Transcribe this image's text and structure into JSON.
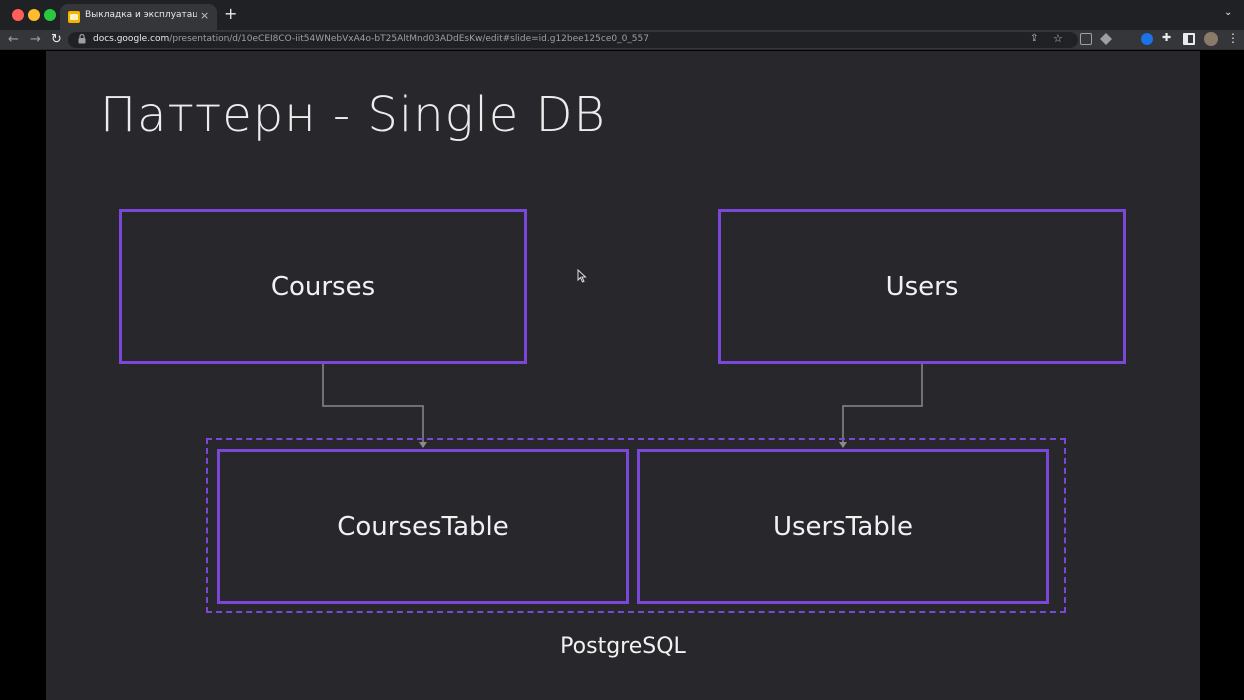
{
  "browser": {
    "tab_title": "Выкладка и эксплуатация - G",
    "tab_close": "×",
    "new_tab": "+",
    "tab_menu": "⌄",
    "nav_back": "←",
    "nav_forward": "→",
    "nav_reload": "↻",
    "url_host": "docs.google.com",
    "url_path": "/presentation/d/10eCEI8CO-iit54WNebVxA4o-bT25AltMnd03ADdEsKw/edit#slide=id.g12bee125ce0_0_557",
    "share_icon": "⇪",
    "star_icon": "☆",
    "puzzle_icon": "✚",
    "kebab_icon": "⋮",
    "lock_icon": "🔒"
  },
  "slide": {
    "title": "Паттерн - Single DB",
    "services": [
      {
        "label": "Courses"
      },
      {
        "label": "Users"
      }
    ],
    "tables": [
      {
        "label": "CoursesTable"
      },
      {
        "label": "UsersTable"
      }
    ],
    "database_label": "PostgreSQL"
  },
  "colors": {
    "slide_background": "#28272c",
    "box_border": "#7a47d9",
    "connector": "#8a8a8a",
    "text": "#f1f1f1"
  }
}
